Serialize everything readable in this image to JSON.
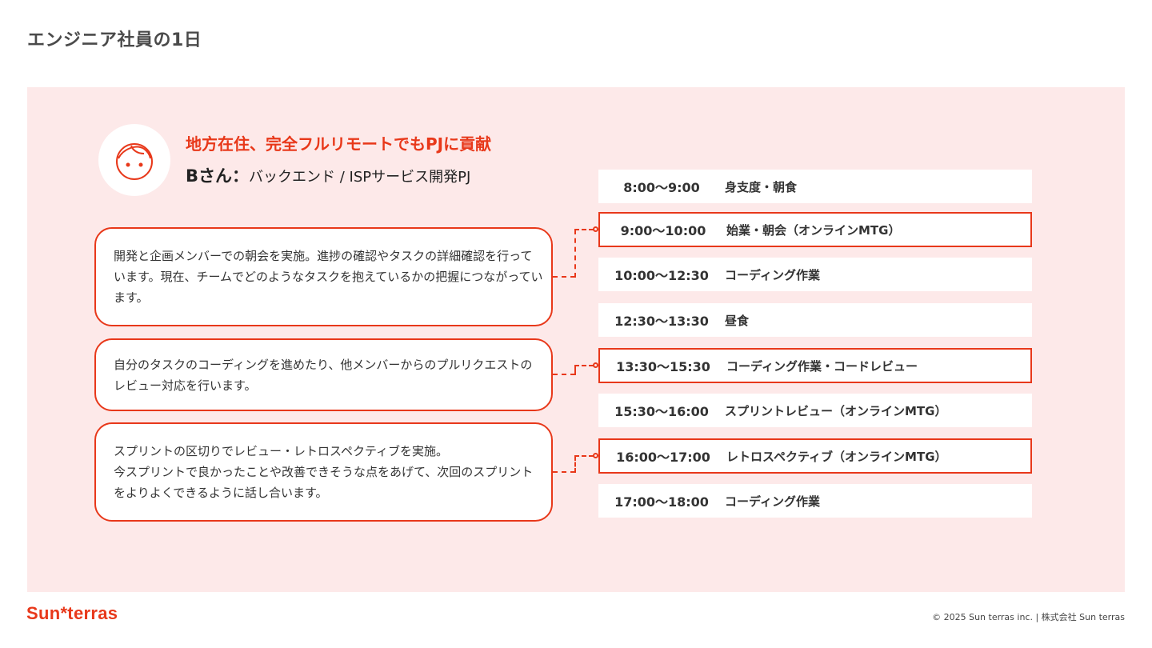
{
  "page": {
    "title": "エンジニア社員の1日"
  },
  "profile": {
    "headline": "地方在住、完全フルリモートでもPJに貢献",
    "name": "Bさん：",
    "role": "バックエンド / ISPサービス開発PJ",
    "avatar_icon": "person-face-icon"
  },
  "descriptions": [
    {
      "text": "開発と企画メンバーでの朝会を実施。進捗の確認やタスクの詳細確認を行っています。現在、チームでどのようなタスクを抱えているかの把握につながっています。"
    },
    {
      "text": "自分のタスクのコーディングを進めたり、他メンバーからのプルリクエストのレビュー対応を行います。"
    },
    {
      "line1": "スプリントの区切りでレビュー・レトロスペクティブを実施。",
      "line2": "今スプリントで良かったことや改善できそうな点をあげて、次回のスプリントをよりよくできるように話し合います。"
    }
  ],
  "schedule": [
    {
      "time": "8:00〜9:00",
      "activity": "身支度・朝食",
      "highlight": false
    },
    {
      "time": "9:00〜10:00",
      "activity": "始業・朝会（オンラインMTG）",
      "highlight": true
    },
    {
      "time": "10:00〜12:30",
      "activity": "コーディング作業",
      "highlight": false
    },
    {
      "time": "12:30〜13:30",
      "activity": "昼食",
      "highlight": false
    },
    {
      "time": "13:30〜15:30",
      "activity": "コーディング作業・コードレビュー",
      "highlight": true
    },
    {
      "time": "15:30〜16:00",
      "activity": "スプリントレビュー（オンラインMTG）",
      "highlight": false
    },
    {
      "time": "16:00〜17:00",
      "activity": "レトロスペクティブ（オンラインMTG）",
      "highlight": true
    },
    {
      "time": "17:00〜18:00",
      "activity": "コーディング作業",
      "highlight": false
    }
  ],
  "footer": {
    "brand": "Sun*terras",
    "copyright": "© 2025 Sun terras inc. | 株式会社 Sun terras"
  },
  "colors": {
    "accent": "#e8381a",
    "panel_bg": "#fde9e9"
  }
}
